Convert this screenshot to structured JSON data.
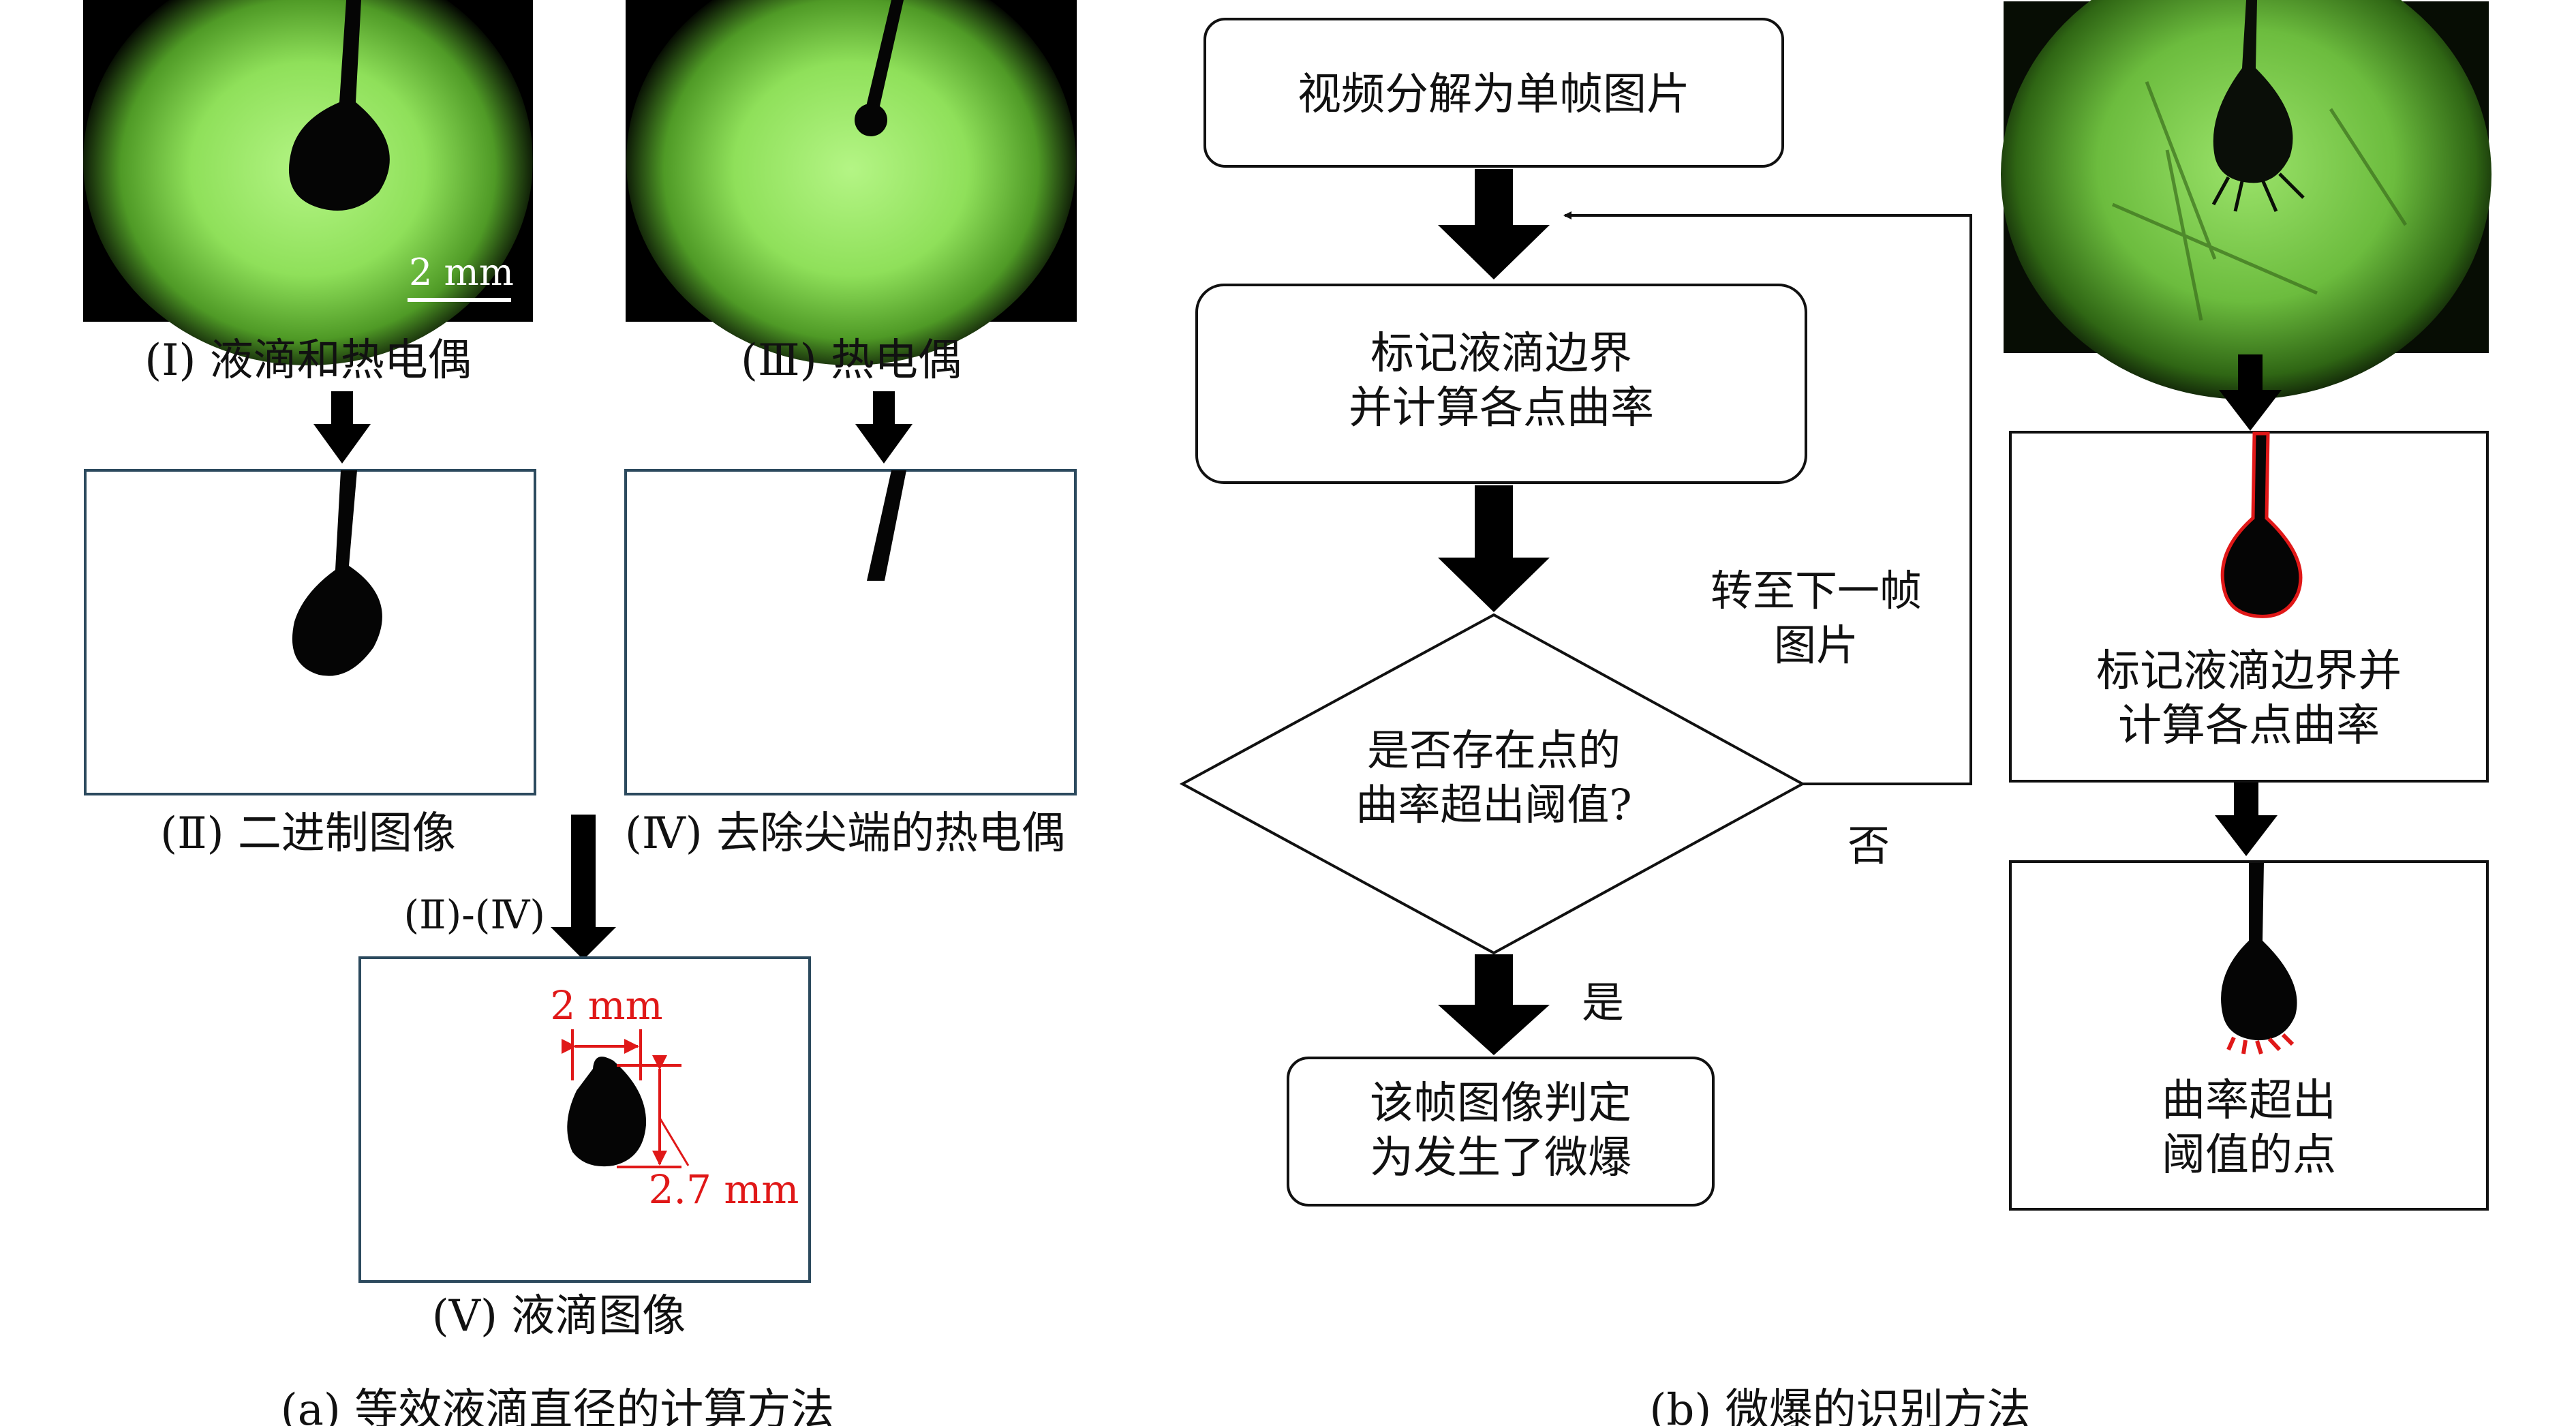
{
  "colors": {
    "green_bright": "#a8f07a",
    "green_dark": "#2c5a12",
    "red": "#e01818"
  },
  "panel_a": {
    "img1_caption": "(Ⅰ) 液滴和热电偶",
    "img2_caption": "(Ⅱ) 二进制图像",
    "img3_caption": "(Ⅲ) 热电偶",
    "img4_caption": "(Ⅳ) 去除尖端的热电偶",
    "img5_caption": "(Ⅴ) 液滴图像",
    "scale_label": "2 mm",
    "subtract_label": "(Ⅱ)-(Ⅳ)",
    "width_label": "2 mm",
    "height_label": "2.7 mm",
    "title": "(a)  等效液滴直径的计算方法"
  },
  "panel_b": {
    "step1": "视频分解为单帧图片",
    "step2_line1": "标记液滴边界",
    "step2_line2": "并计算各点曲率",
    "decision_line1": "是否存在点的",
    "decision_line2": "曲率超出阈值?",
    "step3_line1": "该帧图像判定",
    "step3_line2": "为发生了微爆",
    "no_label": "否",
    "yes_label": "是",
    "loop_line1": "转至下一帧",
    "loop_line2": "图片",
    "right_box1_line1": "标记液滴边界并",
    "right_box1_line2": "计算各点曲率",
    "right_box2_line1": "曲率超出",
    "right_box2_line2": "阈值的点",
    "title": "(b)  微爆的识别方法"
  }
}
